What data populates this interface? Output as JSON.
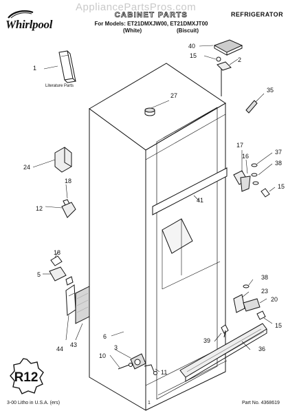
{
  "brand": "Whirlpool",
  "watermark": "AppliancePartsPros.com",
  "header": {
    "title": "CABINET PARTS",
    "for_models": "For Models: ET21DMXJW00, ET21DMXJT00",
    "color_white": "(White)",
    "color_biscuit": "(Biscuit)",
    "appliance": "REFRIGERATOR"
  },
  "literature_label": "Literature Parts",
  "callouts": {
    "c1": "1",
    "c2": "2",
    "c3": "3",
    "c5": "5",
    "c6": "6",
    "c10": "10",
    "c11": "11",
    "c12": "12",
    "c15a": "15",
    "c15b": "15",
    "c15c": "15",
    "c16": "16",
    "c17": "17",
    "c18a": "18",
    "c18b": "18",
    "c20": "20",
    "c23": "23",
    "c24": "24",
    "c27": "27",
    "c35": "35",
    "c36": "36",
    "c37": "37",
    "c38a": "38",
    "c38b": "38",
    "c39": "39",
    "c40": "40",
    "c41": "41",
    "c43": "43",
    "c44": "44"
  },
  "badge": "R12",
  "footer": {
    "left": "3-00 Litho in U.S.A. (ers)",
    "page": "1",
    "right": "Part No. 4368619"
  }
}
